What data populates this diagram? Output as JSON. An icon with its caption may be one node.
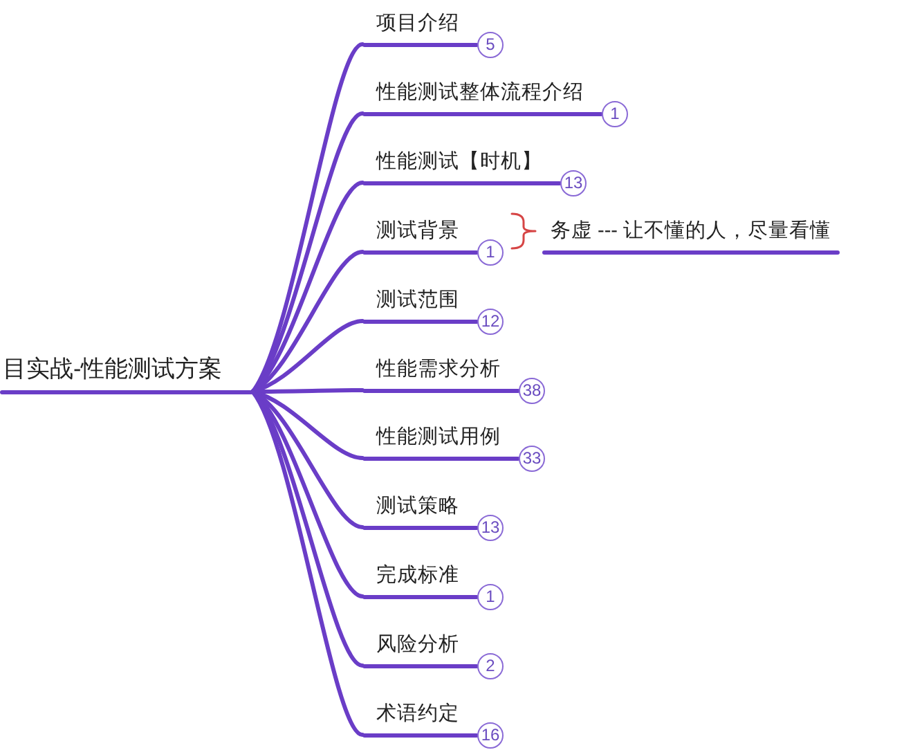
{
  "diagram": {
    "nodes": [
      {
        "text": [
          "目实战-性能测试方案"
        ]
      },
      {
        "text": [
          "项目介绍",
          "5"
        ]
      },
      {
        "text": [
          "性能测试整体流程介绍",
          "1"
        ]
      },
      {
        "text": [
          "性能测试【时机】",
          "13"
        ]
      },
      {
        "text": [
          "测试背景",
          "1"
        ]
      },
      {
        "text": [
          "务虚 --- 让不懂的人，尽量看懂"
        ]
      },
      {
        "text": [
          "测试范围",
          "12"
        ]
      },
      {
        "text": [
          "性能需求分析",
          "38"
        ]
      },
      {
        "text": [
          "性能测试用例",
          "33"
        ]
      },
      {
        "text": [
          "测试策略",
          "13"
        ]
      },
      {
        "text": [
          "完成标准",
          "1"
        ]
      },
      {
        "text": [
          "风险分析",
          "2"
        ]
      },
      {
        "text": [
          "术语约定",
          "16"
        ]
      }
    ],
    "edges": [
      {
        "from": 0,
        "to": 1,
        "arrow": "none"
      },
      {
        "from": 0,
        "to": 2,
        "arrow": "none"
      },
      {
        "from": 0,
        "to": 3,
        "arrow": "none"
      },
      {
        "from": 0,
        "to": 4,
        "arrow": "none"
      },
      {
        "from": 4,
        "to": 5,
        "arrow": "none",
        "color": "#d64545"
      },
      {
        "from": 0,
        "to": 6,
        "arrow": "none"
      },
      {
        "from": 0,
        "to": 7,
        "arrow": "none"
      },
      {
        "from": 0,
        "to": 8,
        "arrow": "none"
      },
      {
        "from": 0,
        "to": 9,
        "arrow": "none"
      },
      {
        "from": 0,
        "to": 10,
        "arrow": "none"
      },
      {
        "from": 0,
        "to": 11,
        "arrow": "none"
      },
      {
        "from": 0,
        "to": 12,
        "arrow": "none"
      }
    ]
  }
}
